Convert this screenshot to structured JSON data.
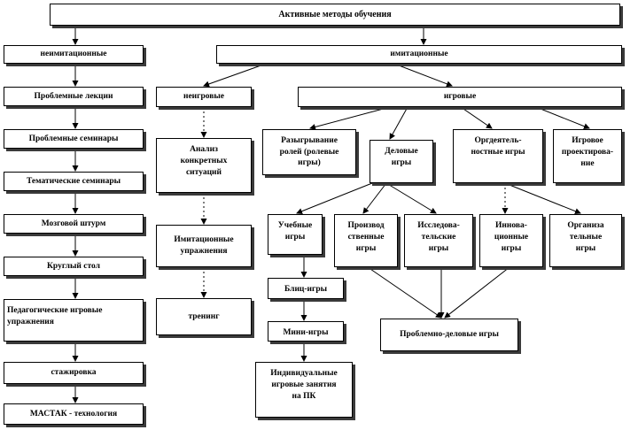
{
  "root": "Активные методы обучения",
  "non_imitation": {
    "title": "неимитационные",
    "items": [
      "Проблемные лекции",
      "Проблемные семинары",
      "Тематические  семинары",
      "Мозговой штурм",
      "Круглый стол",
      "Педагогические  игровые\nупражнения",
      "стажировка",
      "МАСТАК - технология"
    ]
  },
  "imitation": {
    "title": "имитационные",
    "non_game": {
      "title": "неигровые",
      "items": [
        "Анализ\nконкретных\nситуаций",
        "Имитационные\nупражнения",
        "тренинг"
      ]
    },
    "game": {
      "title": "игровые",
      "role_play": "Разыгрывание\nролей (ролевые\nигры)",
      "business_games": "Деловые\nигры",
      "org_activity_games": "Оргдеятель-\nностные игры",
      "game_design": "Игровое\nпроектирова-\nние",
      "educational": "Учебные\nигры",
      "blitz": "Блиц-игры",
      "mini": "Мини-игры",
      "individual": "Индивидуальные\nигровые занятия\nна ПК",
      "production": "Производ\nственные\nигры",
      "research": "Исследова-\nтельские\nигры",
      "innovation": "Иннова-\nционные\nигры",
      "organizational": "Организа\nтельные\nигры",
      "problem_business": "Проблемно-деловые игры"
    }
  }
}
